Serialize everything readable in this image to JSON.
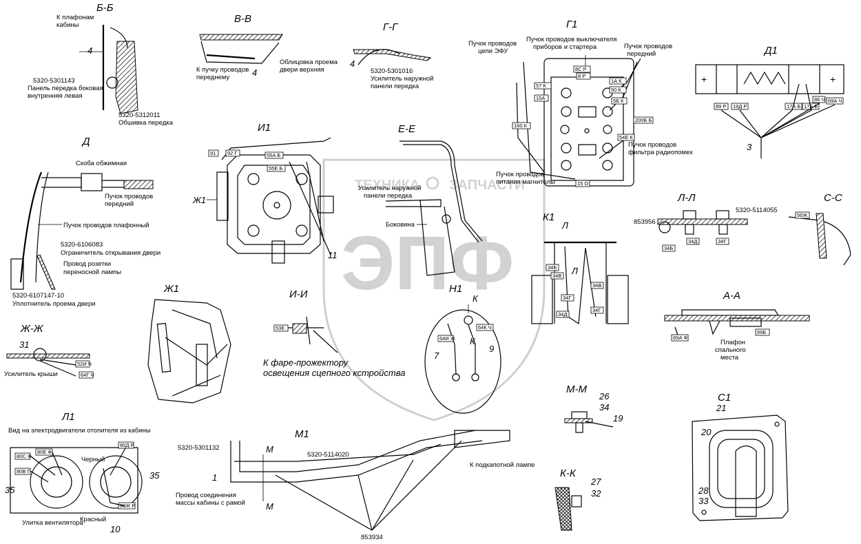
{
  "watermark": {
    "line1": "ТЕХНИКА",
    "line2": "ЗАПЧАСТИ",
    "logo": "ЭПФ"
  },
  "sections": {
    "bb": "Б-Б",
    "vv": "В-В",
    "gg": "Г-Г",
    "g1": "Г1",
    "d1": "Д1",
    "d": "Д",
    "i1": "И1",
    "ee": "Е-Е",
    "zhzh": "Ж-Ж",
    "zh1": "Ж1",
    "ii": "И-И",
    "n1": "Н1",
    "k1": "К1",
    "ll": "Л-Л",
    "ss": "С-С",
    "aa": "А-А",
    "l1": "Л1",
    "m1": "М1",
    "mm": "М-М",
    "kk": "К-К",
    "s1": "С1"
  },
  "labels": {
    "bb_top1": "К плафонам",
    "bb_top2": "кабины",
    "bb_part": "5320-5301143",
    "bb_panel1": "Панель передка боковая",
    "bb_panel2": "внутренняя левая",
    "bb_part2": "5320-5312011",
    "bb_obsh": "Обшивка передка",
    "vv_bundle1": "К пучку проводов",
    "vv_bundle2": "переднему",
    "vv_trim1": "Облицовка проема",
    "vv_trim2": "двери верхняя",
    "gg_part": "5320-5301016",
    "gg_reinf1": "Усилитель наружной",
    "gg_reinf2": "панели передка",
    "g1_efu1": "Пучок проводов",
    "g1_efu2": "цепи ЭФУ",
    "g1_sw1": "Пучок проводов выключателя",
    "g1_sw2": "приборов и стартера",
    "g1_front1": "Пучок проводов",
    "g1_front2": "передний",
    "g1_radio1": "Пучок проводов",
    "g1_radio2": "питания магнитолы",
    "g1_filter1": "Пучок проводов",
    "g1_filter2": "фильтра радиопомех",
    "d_clamp": "Скоба обжимная",
    "d_front1": "Пучок проводов",
    "d_front2": "передний",
    "d_ceil": "Пучок проводов плафонный",
    "d_part": "5320-6106083",
    "d_lim": "Ограничитель открывания двери",
    "d_lamp1": "Провод розетки",
    "d_lamp2": "переносной лампы",
    "d_part2": "5320-6107147-10",
    "d_seal": "Уплотнитель проема двери",
    "ee_reinf1": "Усилитель наружной",
    "ee_reinf2": "панели передка",
    "ee_side": "Боковина",
    "zhzh_roof": "Усилитель крыши",
    "ii_note1": "К фаре-прожектору",
    "ii_note2": "освещения сцепного кстройства",
    "ll_part": "5320-5114055",
    "ll_part2": "853956",
    "aa_lamp1": "Плафон",
    "aa_lamp2": "спального",
    "aa_lamp3": "места",
    "l1_title": "Вид на электродвигатели отопителя из кабины",
    "l1_black": "Черный",
    "l1_red": "Красный",
    "l1_fan": "Улитка вентилятора",
    "m1_part1": "5320-5301132",
    "m1_part2": "5320-5114020",
    "m1_lamp": "К подкапотной лампе",
    "m1_ground1": "Провод соединения",
    "m1_ground2": "массы кабины с рамой",
    "m1_part3": "853934"
  },
  "tags": {
    "g1_8s": "8С Р",
    "g1_8": "8 Р",
    "g1_57": "57 К",
    "g1_1a": "1А К",
    "g1_15a": "15А",
    "g1_50": "50 К",
    "g1_5b": "5Б К",
    "g1_160": "160 К",
    "g1_200": "200Б Б",
    "g1_54": "54Е К",
    "g1_15": "15 О",
    "d1_89": "89 Р",
    "d1_19": "19Д Р",
    "d1_17a": "17А Б",
    "d1_17b": "17Б Б",
    "d1_86": "86 Ч",
    "d1_69": "69А Ч",
    "i1_91": "91",
    "i1_92": "92 Г",
    "i1_55a": "55А Б",
    "i1_55e": "55Е Б",
    "ii_53": "53Е",
    "n1_k": "К",
    "n1_64i": "64И Ж",
    "n1_64k": "64К Ч",
    "zhzh_52": "52И Ч",
    "zhzh_64": "64Г Ч",
    "k1_l": "Л",
    "k1_34b": "34Б",
    "k1_34v": "34В",
    "k1_34g": "34Г",
    "k1_34d": "34Д",
    "ll_34d": "34Д",
    "ll_34g": "34Г",
    "ll_34b": "34Б",
    "ss_56": "56Ж",
    "aa_69a": "69А Ф",
    "aa_69b": "69Б",
    "l1_80s": "80С Ф",
    "l1_80e": "80Е Ф",
    "l1_80v": "80В Г",
    "l1_80d": "80Д Р",
    "l1_80zh": "80Ж Р",
    "m1_m": "М"
  },
  "numbers": {
    "bb_4": "4",
    "vv_4": "4",
    "gg_4": "4",
    "d1_3": "3",
    "i1_11": "11",
    "zh1_arrow": "Ж1",
    "zhzh_31": "31",
    "n1_7": "7",
    "n1_9": "9",
    "n1_k": "К",
    "l1_35a": "35",
    "l1_35b": "35",
    "l1_10": "10",
    "m1_1": "1",
    "mm_26": "26",
    "mm_34": "34",
    "mm_19": "19",
    "kk_27": "27",
    "kk_32": "32",
    "s1_21": "21",
    "s1_20": "20",
    "s1_28": "28",
    "s1_33": "33"
  }
}
